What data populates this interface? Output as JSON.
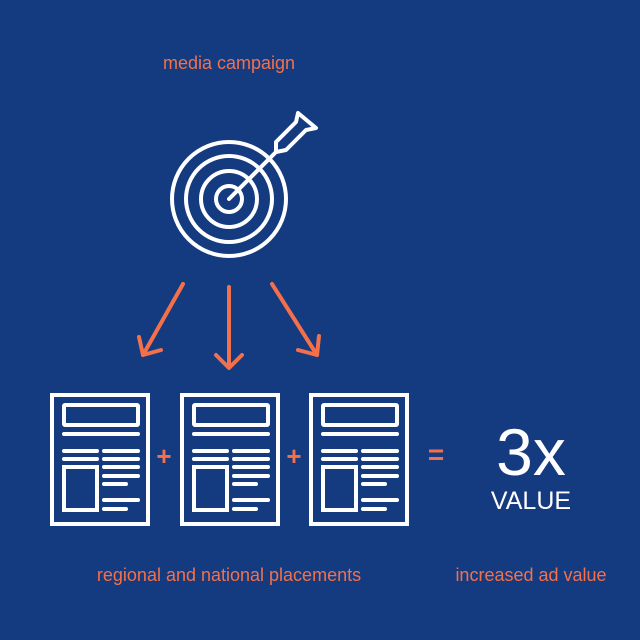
{
  "top_label": "media campaign",
  "bottom_left_label": "regional and national placements",
  "bottom_right_label": "increased ad value",
  "plus": "+",
  "equals": "=",
  "multiplier": "3x",
  "multiplier_caption": "VALUE",
  "colors": {
    "background": "#143a80",
    "accent": "#f4704b",
    "icon": "#ffffff"
  },
  "icons": [
    "target-with-arrow-icon",
    "arrow-down-left-icon",
    "arrow-down-icon",
    "arrow-down-right-icon",
    "newspaper-icon"
  ]
}
